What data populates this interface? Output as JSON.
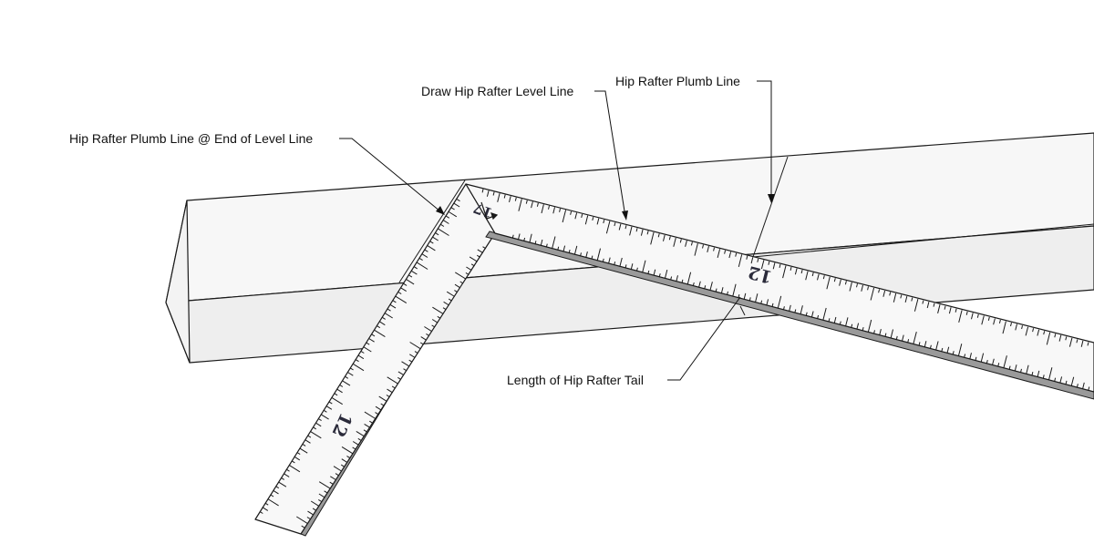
{
  "colors": {
    "outline": "#1a1a1a",
    "board_top": "#f7f7f7",
    "board_side": "#eeeeee",
    "board_end": "#f3f3f3",
    "square_face": "#f8f8f8",
    "square_edge": "#9a9a9a",
    "leader": "#111111"
  },
  "labels": {
    "plumb_at_end": "Hip Rafter Plumb Line @ End of Level Line",
    "level_line": "Draw Hip Rafter Level Line",
    "plumb_line": "Hip Rafter Plumb Line",
    "tail_length": "Length of Hip Rafter Tail"
  },
  "square": {
    "blade_mark": "12",
    "tongue_mark": "12",
    "corner_mark": "17"
  }
}
